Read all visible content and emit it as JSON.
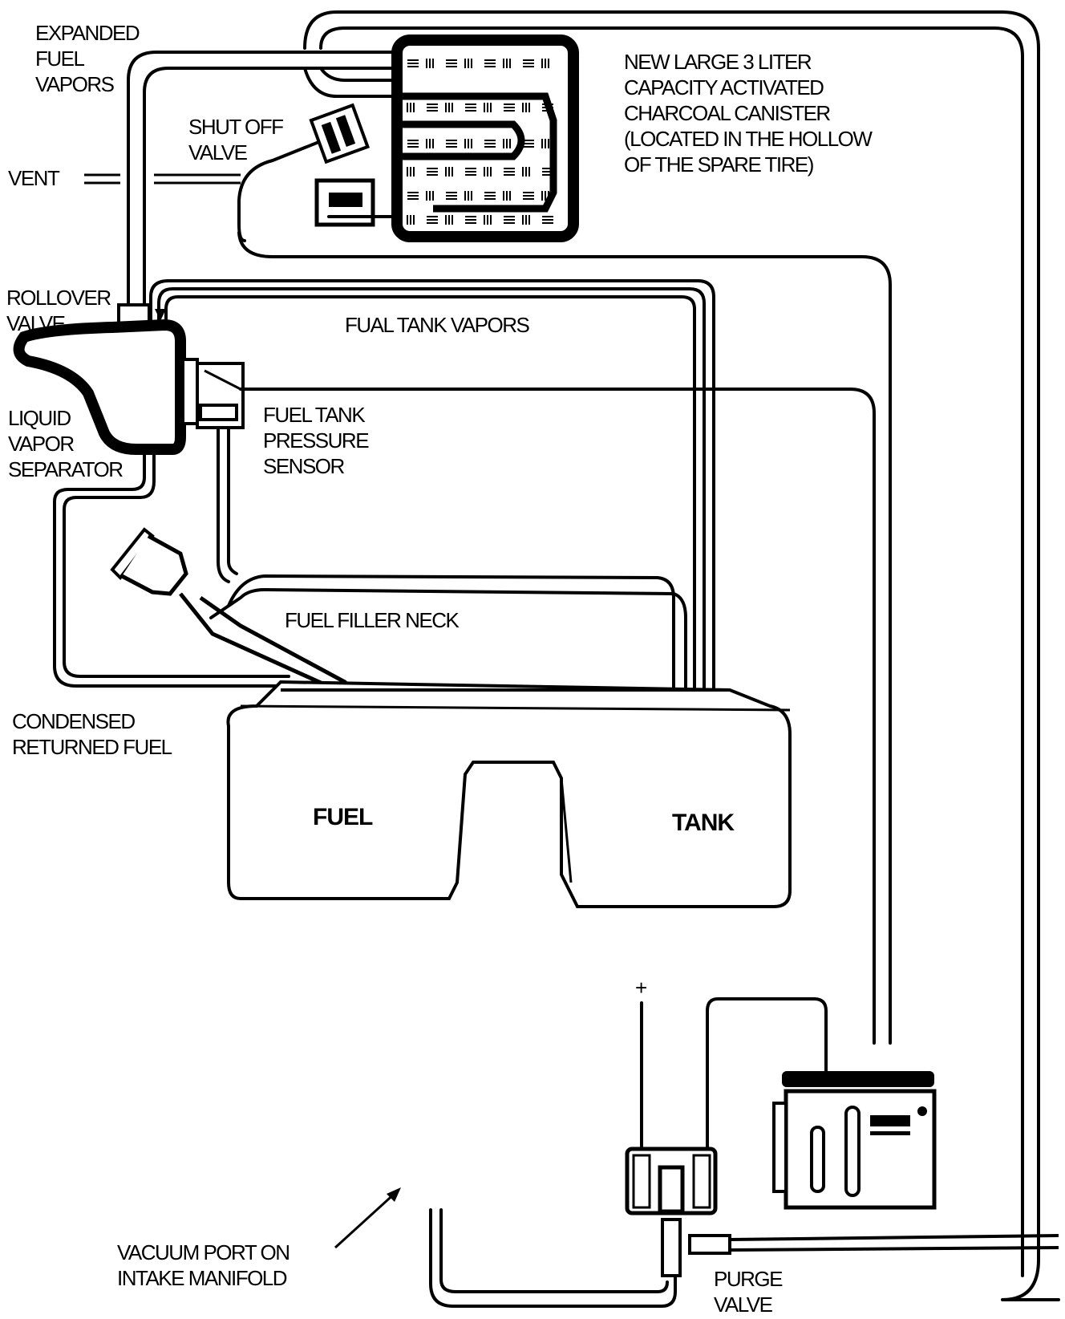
{
  "diagram": {
    "type": "evaporative-emission-system",
    "labels": {
      "expanded_fuel_vapors": [
        "EXPANDED",
        "FUEL",
        "VAPORS"
      ],
      "shut_off_valve": [
        "SHUT OFF",
        "VALVE"
      ],
      "vent": "VENT",
      "canister": [
        "NEW LARGE 3 LITER",
        "CAPACITY ACTIVATED",
        "CHARCOAL CANISTER",
        "(LOCATED IN THE HOLLOW",
        " OF THE SPARE TIRE)"
      ],
      "rollover_valve": [
        "ROLLOVER",
        "VALVE"
      ],
      "fual_tank_vapors": "FUAL TANK VAPORS",
      "liquid_vapor_separator": [
        "LIQUID",
        "VAPOR",
        "SEPARATOR"
      ],
      "fuel_tank_pressure_sensor": [
        "FUEL TANK",
        "PRESSURE",
        "SENSOR"
      ],
      "fuel_filler_neck": "FUEL FILLER NECK",
      "condensed_returned_fuel": [
        "CONDENSED",
        "RETURNED FUEL"
      ],
      "tank_left": "FUEL",
      "tank_right": "TANK",
      "plus_terminal": "+",
      "vacuum_port": [
        "VACUUM PORT ON",
        "INTAKE MANIFOLD"
      ],
      "purge_valve": [
        "PURGE",
        "VALVE"
      ]
    },
    "components": [
      "charcoal-canister",
      "shut-off-valve",
      "rollover-valve",
      "liquid-vapor-separator",
      "fuel-tank-pressure-sensor",
      "fuel-filler-neck",
      "fuel-tank",
      "purge-valve",
      "engine-control-module",
      "vacuum-port"
    ]
  }
}
